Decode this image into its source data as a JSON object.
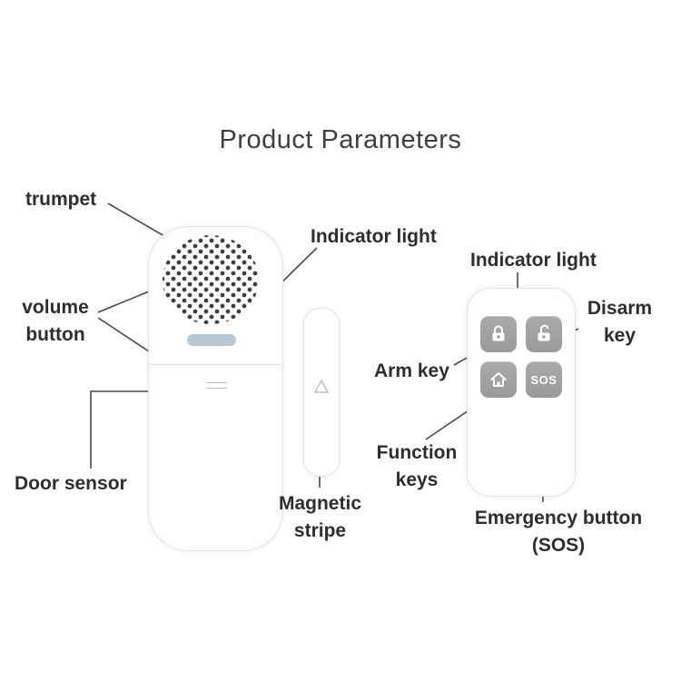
{
  "title": "Product Parameters",
  "colors": {
    "text": "#2e2e2e",
    "connector_line": "#4a4a4a",
    "indicator_light": "#b9c7d3",
    "remote_button": "#a0a0a0"
  },
  "sensor": {
    "labels": {
      "trumpet": "trumpet",
      "volume_button": "volume button",
      "door_sensor": "Door sensor",
      "indicator_light": "Indicator light",
      "magnetic_stripe": "Magnetic stripe"
    }
  },
  "remote": {
    "labels": {
      "indicator_light": "Indicator light",
      "disarm_key": "Disarm key",
      "arm_key": "Arm key",
      "function_keys": "Function keys",
      "emergency_button": "Emergency button (SOS)"
    },
    "sos_button_text": "SOS"
  }
}
